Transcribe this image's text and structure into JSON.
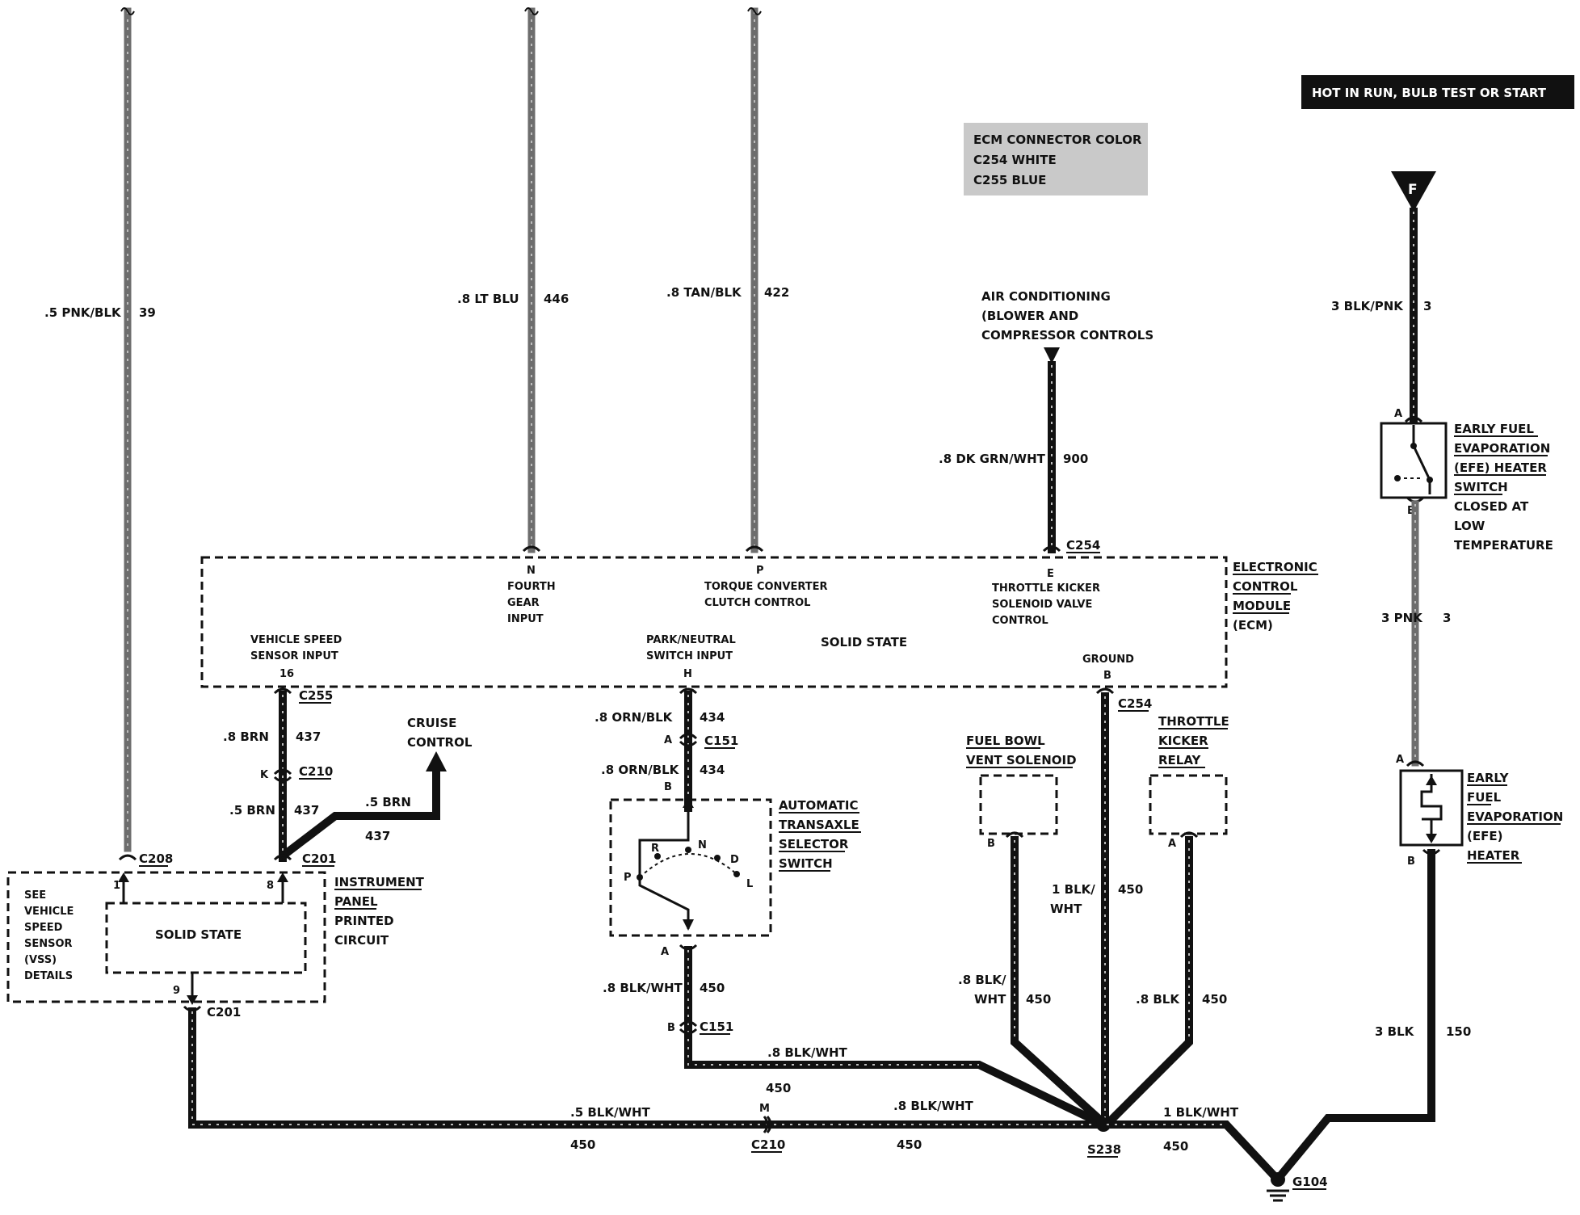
{
  "header": {
    "hot_label": "HOT IN RUN,  BULB TEST OR START"
  },
  "ecm_legend": {
    "title": "ECM CONNECTOR COLOR",
    "line1": "C254 WHITE",
    "line2": "C255 BLUE"
  },
  "wires": {
    "w39": {
      "size_color": ".5 PNK/BLK",
      "circuit": "39"
    },
    "w446": {
      "size_color": ".8 LT BLU",
      "circuit": "446"
    },
    "w422": {
      "size_color": ".8 TAN/BLK",
      "circuit": "422"
    },
    "w900": {
      "size_color": ".8 DK GRN/WHT",
      "circuit": "900"
    },
    "w3_top": {
      "size_color": "3 BLK/PNK",
      "circuit": "3"
    },
    "w3_mid": {
      "size_color": "3 PNK",
      "circuit": "3"
    },
    "w437_a": {
      "size_color": ".8 BRN",
      "circuit": "437"
    },
    "w437_b": {
      "size_color": ".5 BRN",
      "circuit": "437"
    },
    "w437_c": {
      "size_color": ".5 BRN",
      "circuit": "437"
    },
    "w434_a": {
      "size_color": ".8 ORN/BLK",
      "circuit": "434"
    },
    "w434_b": {
      "size_color": ".8 ORN/BLK",
      "circuit": "434"
    },
    "w450_trans": {
      "size_color": ".8 BLK/WHT",
      "circuit": "450"
    },
    "w450_trans_h": {
      "size_color": ".8 BLK/WHT",
      "circuit": "450"
    },
    "w450_left": {
      "size_color": ".5 BLK/WHT",
      "circuit": "450"
    },
    "w450_mid": {
      "size_color": ".8 BLK/WHT",
      "circuit": "450"
    },
    "w450_gnd": {
      "size_color": "1 BLK/",
      "size_color2": "WHT",
      "circuit": "450"
    },
    "w450_fuel": {
      "size_color": ".8 BLK/",
      "size_color2": "WHT",
      "circuit": "450"
    },
    "w450_relay": {
      "size_color": ".8 BLK",
      "circuit": "450"
    },
    "w450_right": {
      "size_color": "1 BLK/WHT",
      "circuit": "450"
    },
    "w150": {
      "size_color": "3 BLK",
      "circuit": "150"
    }
  },
  "connectors": {
    "c254_top": "C254",
    "c254_bot": "C254",
    "c255": "C255",
    "c210_k": "C210",
    "c201_top": "C201",
    "c201_bot": "C201",
    "c208": "C208",
    "c151_a": "C151",
    "c151_b": "C151",
    "c210_m": "C210",
    "s238": "S238",
    "g104": "G104",
    "f_symbol": "F"
  },
  "pins": {
    "n": "N",
    "p": "P",
    "e": "E",
    "b_ground": "B",
    "pin16": "16",
    "h": "H",
    "k": "K",
    "pin1": "1",
    "pin8": "8",
    "pin9": "9",
    "a_151": "A",
    "b_151": "B",
    "b_trans": "B",
    "a_trans": "A",
    "b_trans_bot": "B",
    "a_efe": "A",
    "b_efe": "B",
    "a_heater": "A",
    "b_heater": "B",
    "b_fuel": "B",
    "a_relay": "A",
    "m_210": "M"
  },
  "ecm": {
    "name_line1": "ELECTRONIC",
    "name_line2": "CONTROL",
    "name_line3": "MODULE",
    "name_line4": "(ECM)",
    "solid_state": "SOLID STATE",
    "fourth_gear": [
      "FOURTH",
      "GEAR",
      "INPUT"
    ],
    "tcc": [
      "TORQUE CONVERTER",
      "CLUTCH CONTROL"
    ],
    "throttle_kicker": [
      "THROTTLE KICKER",
      "SOLENOID VALVE",
      "CONTROL"
    ],
    "vss_input": [
      "VEHICLE SPEED",
      "SENSOR INPUT"
    ],
    "park_neutral": [
      "PARK/NEUTRAL",
      "SWITCH INPUT"
    ],
    "ground": "GROUND"
  },
  "air_conditioning": [
    "AIR CONDITIONING",
    "(BLOWER AND",
    "COMPRESSOR CONTROLS"
  ],
  "cruise_control": [
    "CRUISE",
    "CONTROL"
  ],
  "instrument_panel": {
    "name": [
      "INSTRUMENT",
      "PANEL",
      "PRINTED",
      "CIRCUIT"
    ],
    "see_vss": [
      "SEE",
      "VEHICLE",
      "SPEED",
      "SENSOR",
      "(VSS)",
      "DETAILS"
    ],
    "solid_state": "SOLID STATE"
  },
  "transaxle_switch": {
    "name": [
      "AUTOMATIC",
      "TRANSAXLE",
      "SELECTOR",
      "SWITCH"
    ],
    "positions": {
      "p": "P",
      "r": "R",
      "n": "N",
      "d": "D",
      "l": "L"
    }
  },
  "fuel_bowl": [
    "FUEL BOWL",
    "VENT SOLENOID"
  ],
  "throttle_relay": [
    "THROTTLE",
    "KICKER",
    "RELAY"
  ],
  "efe_switch": [
    "EARLY FUEL",
    "EVAPORATION",
    "(EFE) HEATER",
    "SWITCH",
    "CLOSED AT",
    "LOW",
    "TEMPERATURE"
  ],
  "efe_heater": [
    "EARLY",
    "FUEL",
    "EVAPORATION",
    "(EFE)",
    "HEATER"
  ]
}
